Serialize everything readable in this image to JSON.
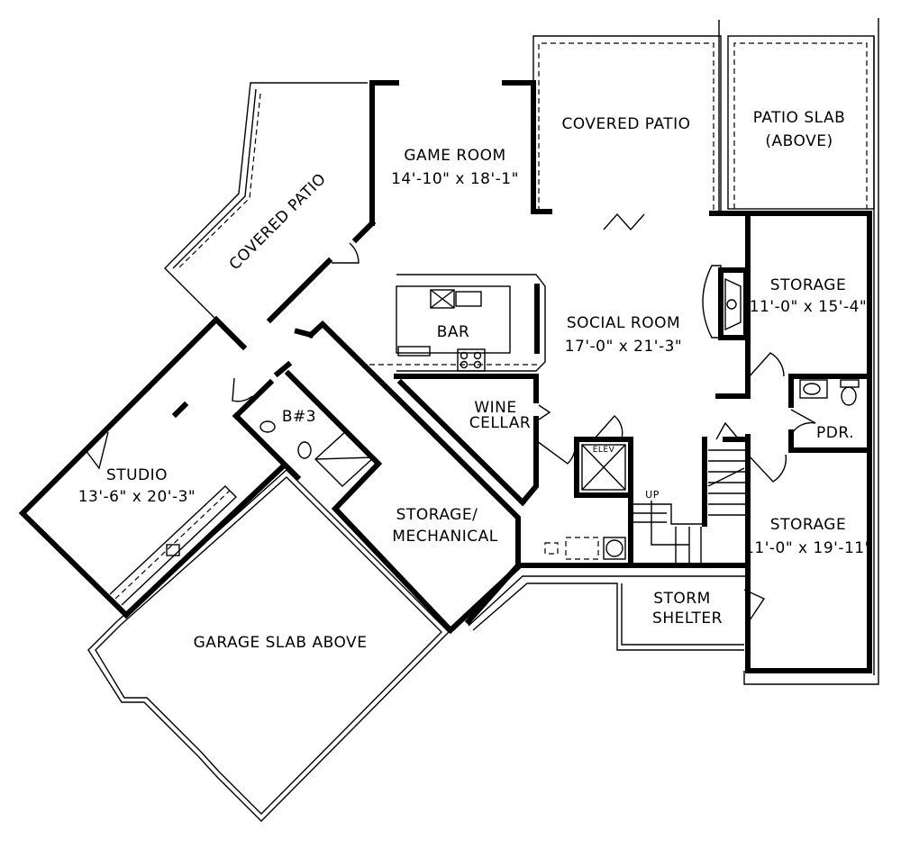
{
  "rooms": {
    "covered_patio_left": {
      "name": "COVERED PATIO"
    },
    "game_room": {
      "name": "GAME ROOM",
      "size": "14'-10\" x 18'-1\""
    },
    "covered_patio_top": {
      "name": "COVERED PATIO"
    },
    "patio_slab": {
      "name": "PATIO SLAB",
      "note": "(ABOVE)"
    },
    "storage_upper": {
      "name": "STORAGE",
      "size": "11'-0\" x 15'-4\""
    },
    "social_room": {
      "name": "SOCIAL ROOM",
      "size": "17'-0\" x 21'-3\""
    },
    "bar": {
      "name": "BAR"
    },
    "wine_cellar": {
      "line1": "WINE",
      "line2": "CELLAR"
    },
    "bedroom3": {
      "name": "B#3"
    },
    "powder": {
      "name": "PDR."
    },
    "elevator": {
      "name": "ELEV"
    },
    "stairs": {
      "label": "UP"
    },
    "studio": {
      "name": "STUDIO",
      "size": "13'-6\" x 20'-3\""
    },
    "storage_mechanical": {
      "line1": "STORAGE/",
      "line2": "MECHANICAL"
    },
    "storage_lower": {
      "name": "STORAGE",
      "size": "11'-0\" x 19'-11\""
    },
    "storm_shelter": {
      "line1": "STORM",
      "line2": "SHELTER"
    },
    "garage_slab": {
      "name": "GARAGE SLAB ABOVE"
    }
  }
}
